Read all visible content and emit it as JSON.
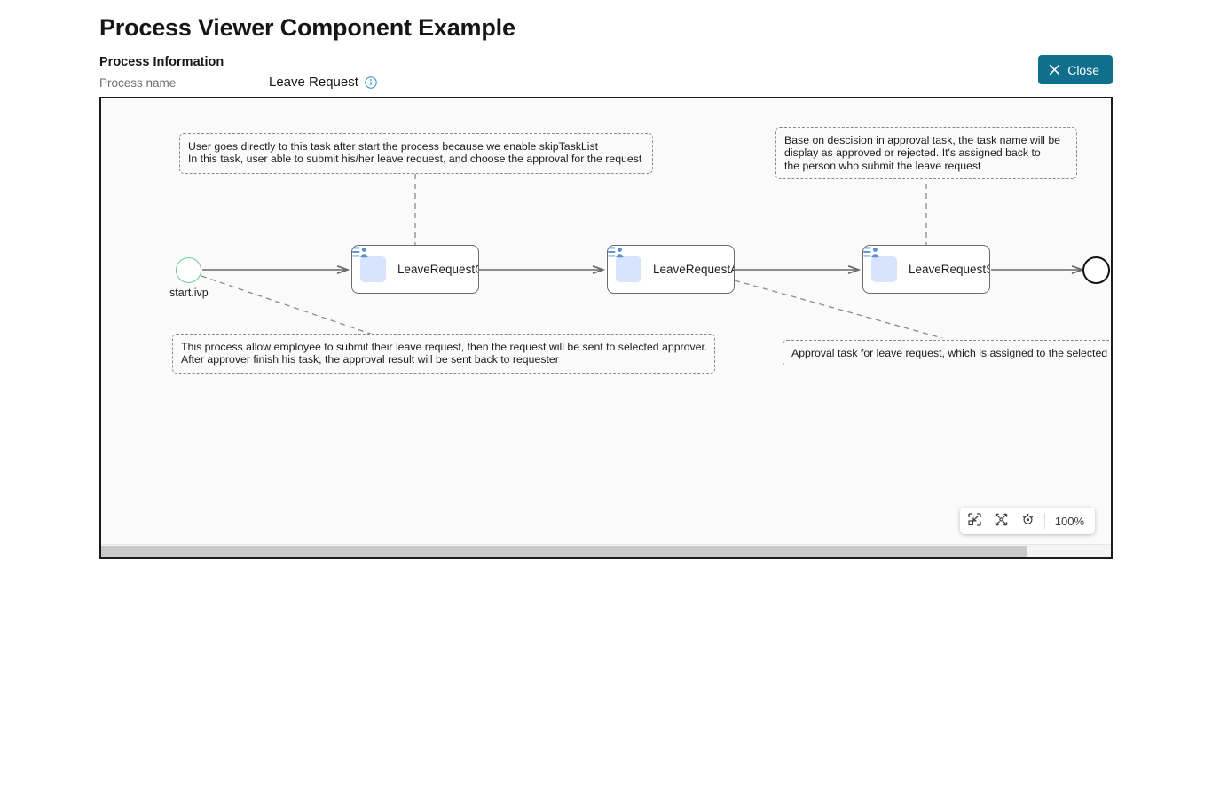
{
  "page": {
    "title": "Process Viewer Component Example"
  },
  "process_info": {
    "heading": "Process Information",
    "name_label": "Process name",
    "name_value": "Leave Request",
    "info_icon": "info-circle-icon"
  },
  "close_button": {
    "label": "Close",
    "icon": "close-x-icon",
    "color": "#0f6f8c"
  },
  "diagram": {
    "start": {
      "id": "start-event",
      "label": "start.ivp",
      "border_color": "#6fcf8f"
    },
    "end": {
      "id": "end-event",
      "border_color": "#121212"
    },
    "tasks": [
      {
        "id": "task-1",
        "label": "LeaveRequestCreate",
        "icon": "user-task-icon"
      },
      {
        "id": "task-2",
        "label": "LeaveRequestApprove",
        "icon": "user-task-icon"
      },
      {
        "id": "task-3",
        "label": "LeaveRequestSummary",
        "icon": "user-task-icon"
      }
    ],
    "annotations": [
      {
        "id": "annotation-skiptasklist",
        "text": "User goes directly to this task after start the process because we enable skipTaskList\nIn this task, user able to submit his/her leave request, and choose the approval for the request"
      },
      {
        "id": "annotation-decision",
        "text": "Base on descision in approval task, the task name will be\ndisplay as approved or rejected. It's assigned back to\nthe person who submit the leave request"
      },
      {
        "id": "annotation-process-overview",
        "text": "This process allow employee to submit their leave request, then the request will be sent to selected approver.\nAfter approver finish his task, the approval result will be sent back to requester"
      },
      {
        "id": "annotation-approval-task",
        "text": "Approval task for leave request, which is assigned to the selected approver"
      }
    ],
    "icon_colors": {
      "task_icon_bg": "#d7e4fc",
      "task_icon_fg": "#5b8dd9",
      "node_border": "#6b6b6b",
      "edge": "#6b6b6b",
      "annotation_border": "#8a8a8a"
    }
  },
  "zoom_toolbar": {
    "buttons": [
      {
        "id": "fit-to-content-button",
        "icon": "fit-to-content-icon"
      },
      {
        "id": "fit-to-screen-button",
        "icon": "expand-arrows-icon"
      },
      {
        "id": "reset-view-button",
        "icon": "crosshair-target-icon"
      }
    ],
    "level": "100%"
  }
}
